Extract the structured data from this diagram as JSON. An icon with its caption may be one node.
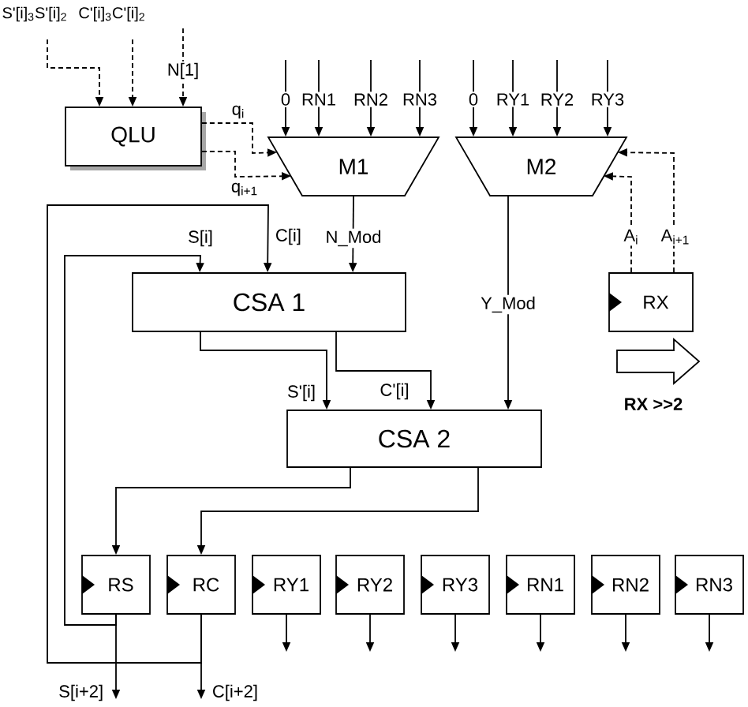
{
  "diagram": {
    "nodes": [
      {
        "text": [
          "QLU"
        ]
      },
      {
        "text": [
          "M1"
        ]
      },
      {
        "text": [
          "M2"
        ]
      },
      {
        "text": [
          "CSA 1"
        ]
      },
      {
        "text": [
          "CSA 2"
        ]
      },
      {
        "text": [
          "RX"
        ]
      },
      {
        "text": [
          "RS"
        ]
      },
      {
        "text": [
          "RC"
        ]
      },
      {
        "text": [
          "RY1"
        ]
      },
      {
        "text": [
          "RY2"
        ]
      },
      {
        "text": [
          "RY3"
        ]
      },
      {
        "text": [
          "RN1"
        ]
      },
      {
        "text": [
          "RN2"
        ]
      },
      {
        "text": [
          "RN3"
        ]
      }
    ],
    "edges": [
      {
        "from": null,
        "to": 0,
        "arrow": "to",
        "style": "dashed",
        "label": "S'[i]$_{3}$S'[i]$_{2}$"
      },
      {
        "from": null,
        "to": 0,
        "arrow": "to",
        "style": "dashed",
        "label": "C'[i]$_{3}$C'[i]$_{2}$"
      },
      {
        "from": null,
        "to": 0,
        "arrow": "to",
        "style": "dashed",
        "label": "N[1]"
      },
      {
        "from": 0,
        "to": 1,
        "arrow": "to",
        "style": "dashed",
        "label": "q$_{i}$"
      },
      {
        "from": 0,
        "to": 1,
        "arrow": "to",
        "style": "dashed",
        "label": "q$_{i+1}$"
      },
      {
        "from": null,
        "to": 1,
        "arrow": "to",
        "label": "0"
      },
      {
        "from": null,
        "to": 1,
        "arrow": "to",
        "label": "RN1"
      },
      {
        "from": null,
        "to": 1,
        "arrow": "to",
        "label": "RN2"
      },
      {
        "from": null,
        "to": 1,
        "arrow": "to",
        "label": "RN3"
      },
      {
        "from": null,
        "to": 2,
        "arrow": "to",
        "label": "0"
      },
      {
        "from": null,
        "to": 2,
        "arrow": "to",
        "label": "RY1"
      },
      {
        "from": null,
        "to": 2,
        "arrow": "to",
        "label": "RY2"
      },
      {
        "from": null,
        "to": 2,
        "arrow": "to",
        "label": "RY3"
      },
      {
        "from": 5,
        "to": 2,
        "arrow": "to",
        "style": "dashed",
        "label": "A$_{i}$"
      },
      {
        "from": 5,
        "to": 2,
        "arrow": "to",
        "style": "dashed",
        "label": "A$_{i+1}$"
      },
      {
        "from": 1,
        "to": 3,
        "arrow": "to",
        "label": "N_Mod"
      },
      {
        "from": 6,
        "to": 3,
        "arrow": "to",
        "label": "S[i]"
      },
      {
        "from": 7,
        "to": 3,
        "arrow": "to",
        "label": "C[i]"
      },
      {
        "from": 3,
        "to": 4,
        "arrow": "to",
        "label": "S'[i]"
      },
      {
        "from": 3,
        "to": 4,
        "arrow": "to",
        "label": "C'[i]"
      },
      {
        "from": 2,
        "to": 4,
        "arrow": "to",
        "label": "Y_Mod"
      },
      {
        "from": 4,
        "to": 6,
        "arrow": "to"
      },
      {
        "from": 4,
        "to": 7,
        "arrow": "to"
      },
      {
        "from": 6,
        "to": null,
        "arrow": "to",
        "label": "S[i+2]"
      },
      {
        "from": 7,
        "to": null,
        "arrow": "to",
        "label": "C[i+2]"
      },
      {
        "from": 8,
        "to": null,
        "arrow": "to"
      },
      {
        "from": 9,
        "to": null,
        "arrow": "to"
      },
      {
        "from": 10,
        "to": null,
        "arrow": "to"
      },
      {
        "from": 11,
        "to": null,
        "arrow": "to"
      },
      {
        "from": 12,
        "to": null,
        "arrow": "to"
      },
      {
        "from": 13,
        "to": null,
        "arrow": "to"
      }
    ],
    "labels": [
      "RX >>2"
    ]
  }
}
